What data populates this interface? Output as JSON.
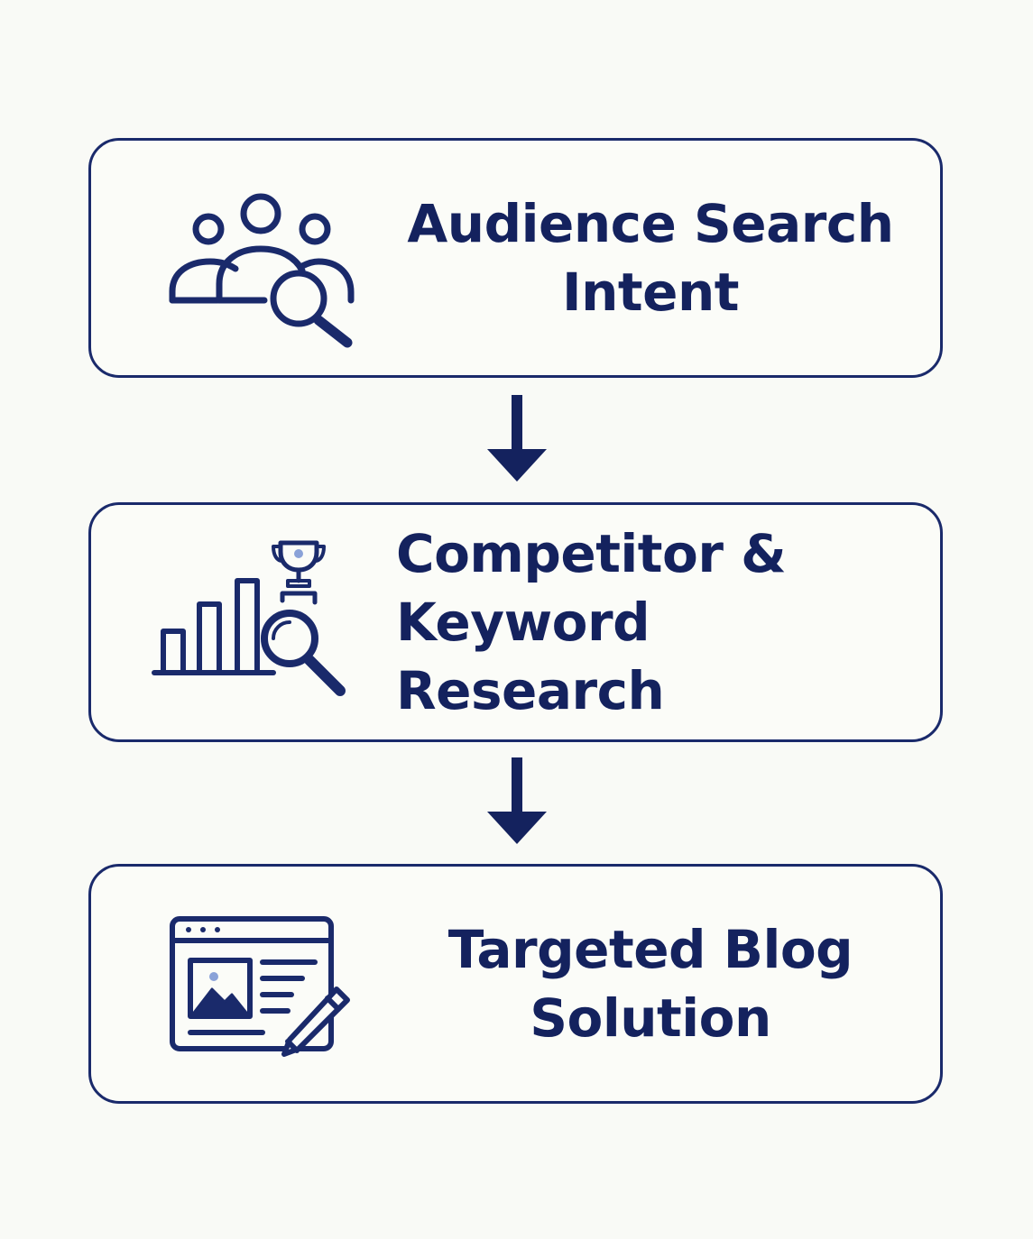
{
  "colors": {
    "background": "#f9faf6",
    "stroke": "#1a2a6b",
    "text": "#14225e",
    "accent": "#8aa2d8"
  },
  "steps": [
    {
      "icon": "audience-search-icon",
      "line1": "Audience Search",
      "line2": "Intent"
    },
    {
      "icon": "competitor-research-icon",
      "line1": "Competitor &",
      "line2": "Keyword Research"
    },
    {
      "icon": "blog-editor-icon",
      "line1": "Targeted Blog",
      "line2": "Solution"
    }
  ]
}
